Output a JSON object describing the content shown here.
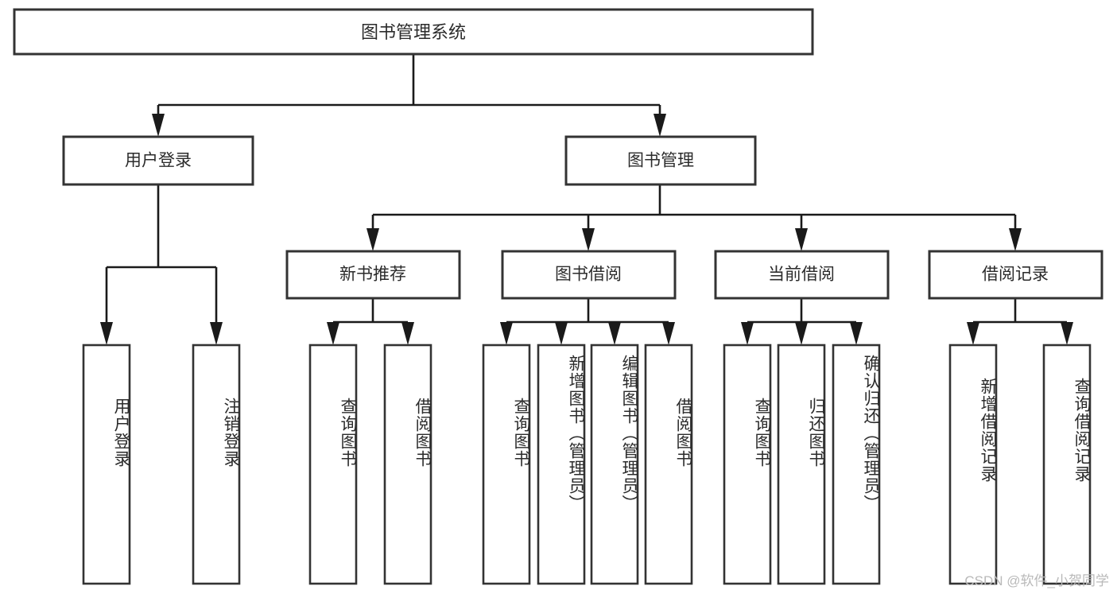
{
  "diagram": {
    "title": "图书管理系统",
    "watermark": "CSDN @软件_小贺同学",
    "colors": {
      "box_stroke": "#333333",
      "edge": "#1a1a1a",
      "box_fill": "#ffffff",
      "text": "#2b2b2b",
      "watermark": "#b9b9b9",
      "background": "#ffffff"
    },
    "root": {
      "label": "图书管理系统"
    },
    "level2": [
      {
        "label": "用户登录"
      },
      {
        "label": "图书管理"
      }
    ],
    "level3": [
      {
        "label": "新书推荐"
      },
      {
        "label": "图书借阅"
      },
      {
        "label": "当前借阅"
      },
      {
        "label": "借阅记录"
      }
    ],
    "leaves": {
      "user_login": [
        {
          "label": "用户登录"
        },
        {
          "label": "注销登录"
        }
      ],
      "new_book_recommend": [
        {
          "label": "查询图书"
        },
        {
          "label": "借阅图书"
        }
      ],
      "book_borrow": [
        {
          "label": "查询图书"
        },
        {
          "label": "新增图书（管理员）"
        },
        {
          "label": "编辑图书（管理员）"
        },
        {
          "label": "借阅图书"
        }
      ],
      "current_borrow": [
        {
          "label": "查询图书"
        },
        {
          "label": "归还图书"
        },
        {
          "label": "确认归还（管理员）"
        }
      ],
      "borrow_record": [
        {
          "label": "新增借阅记录"
        },
        {
          "label": "查询借阅记录"
        }
      ]
    }
  }
}
